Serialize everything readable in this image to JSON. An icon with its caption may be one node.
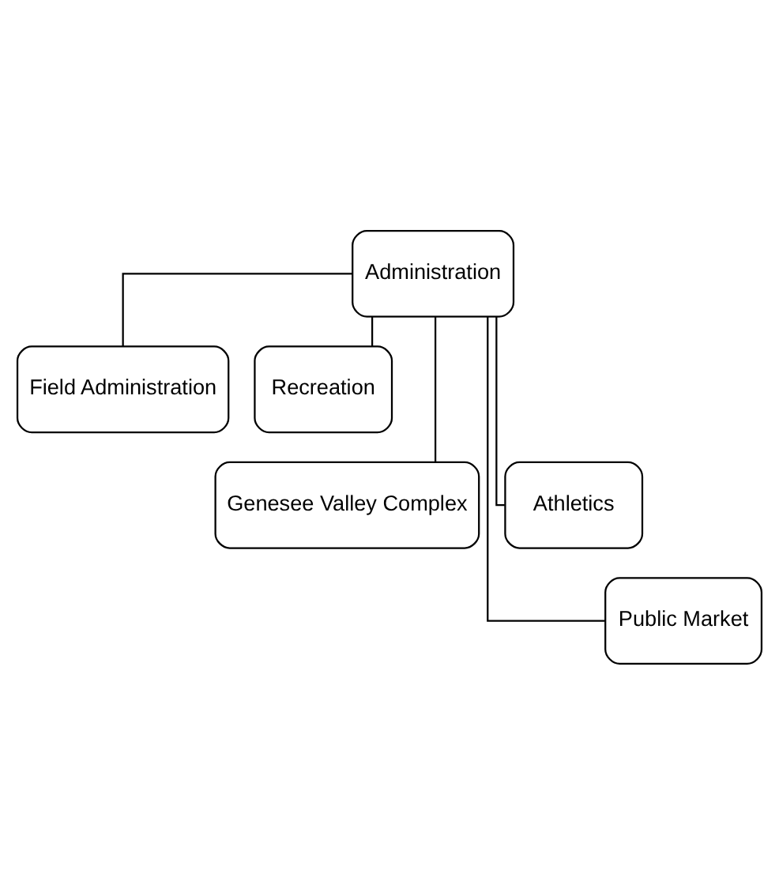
{
  "diagram": {
    "nodes": [
      {
        "text": [
          "Administration"
        ]
      },
      {
        "text": [
          "Field Administration"
        ]
      },
      {
        "text": [
          "Recreation"
        ]
      },
      {
        "text": [
          "Genesee Valley Complex"
        ]
      },
      {
        "text": [
          "Athletics"
        ]
      },
      {
        "text": [
          "Public Market"
        ]
      }
    ],
    "edges": [
      {
        "from": 0,
        "to": 1,
        "arrow": "none"
      },
      {
        "from": 0,
        "to": 2,
        "arrow": "none"
      },
      {
        "from": 0,
        "to": 3,
        "arrow": "none"
      },
      {
        "from": 0,
        "to": 4,
        "arrow": "none"
      },
      {
        "from": 0,
        "to": 5,
        "arrow": "none"
      }
    ]
  }
}
